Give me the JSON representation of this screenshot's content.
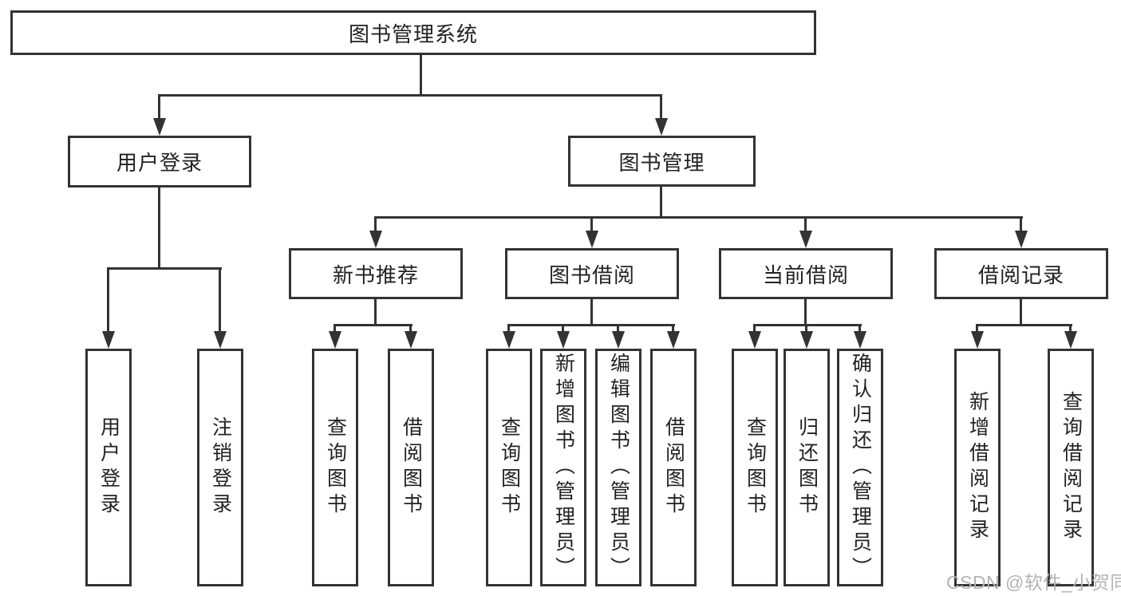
{
  "diagram": {
    "type": "hierarchy-tree",
    "root": {
      "label": "图书管理系统"
    },
    "level2": [
      {
        "label": "用户登录"
      },
      {
        "label": "图书管理"
      }
    ],
    "level3": [
      {
        "label": "新书推荐",
        "parent": "图书管理"
      },
      {
        "label": "图书借阅",
        "parent": "图书管理"
      },
      {
        "label": "当前借阅",
        "parent": "图书管理"
      },
      {
        "label": "借阅记录",
        "parent": "图书管理"
      }
    ],
    "leaves": {
      "user_login": [
        "用户登录",
        "注销登录"
      ],
      "new_books": [
        "查询图书",
        "借阅图书"
      ],
      "book_borrow": [
        "查询图书",
        "新增图书（管理员）",
        "编辑图书（管理员）",
        "借阅图书"
      ],
      "current_borrow": [
        "查询图书",
        "归还图书",
        "确认归还（管理员）"
      ],
      "borrow_records": [
        "新增借阅记录",
        "查询借阅记录"
      ]
    }
  },
  "watermark": {
    "text": "CSDN @软件_小贺同学"
  },
  "colors": {
    "line": "#333333",
    "text": "#222222",
    "watermark": "#b3b3b3",
    "background": "#ffffff"
  }
}
